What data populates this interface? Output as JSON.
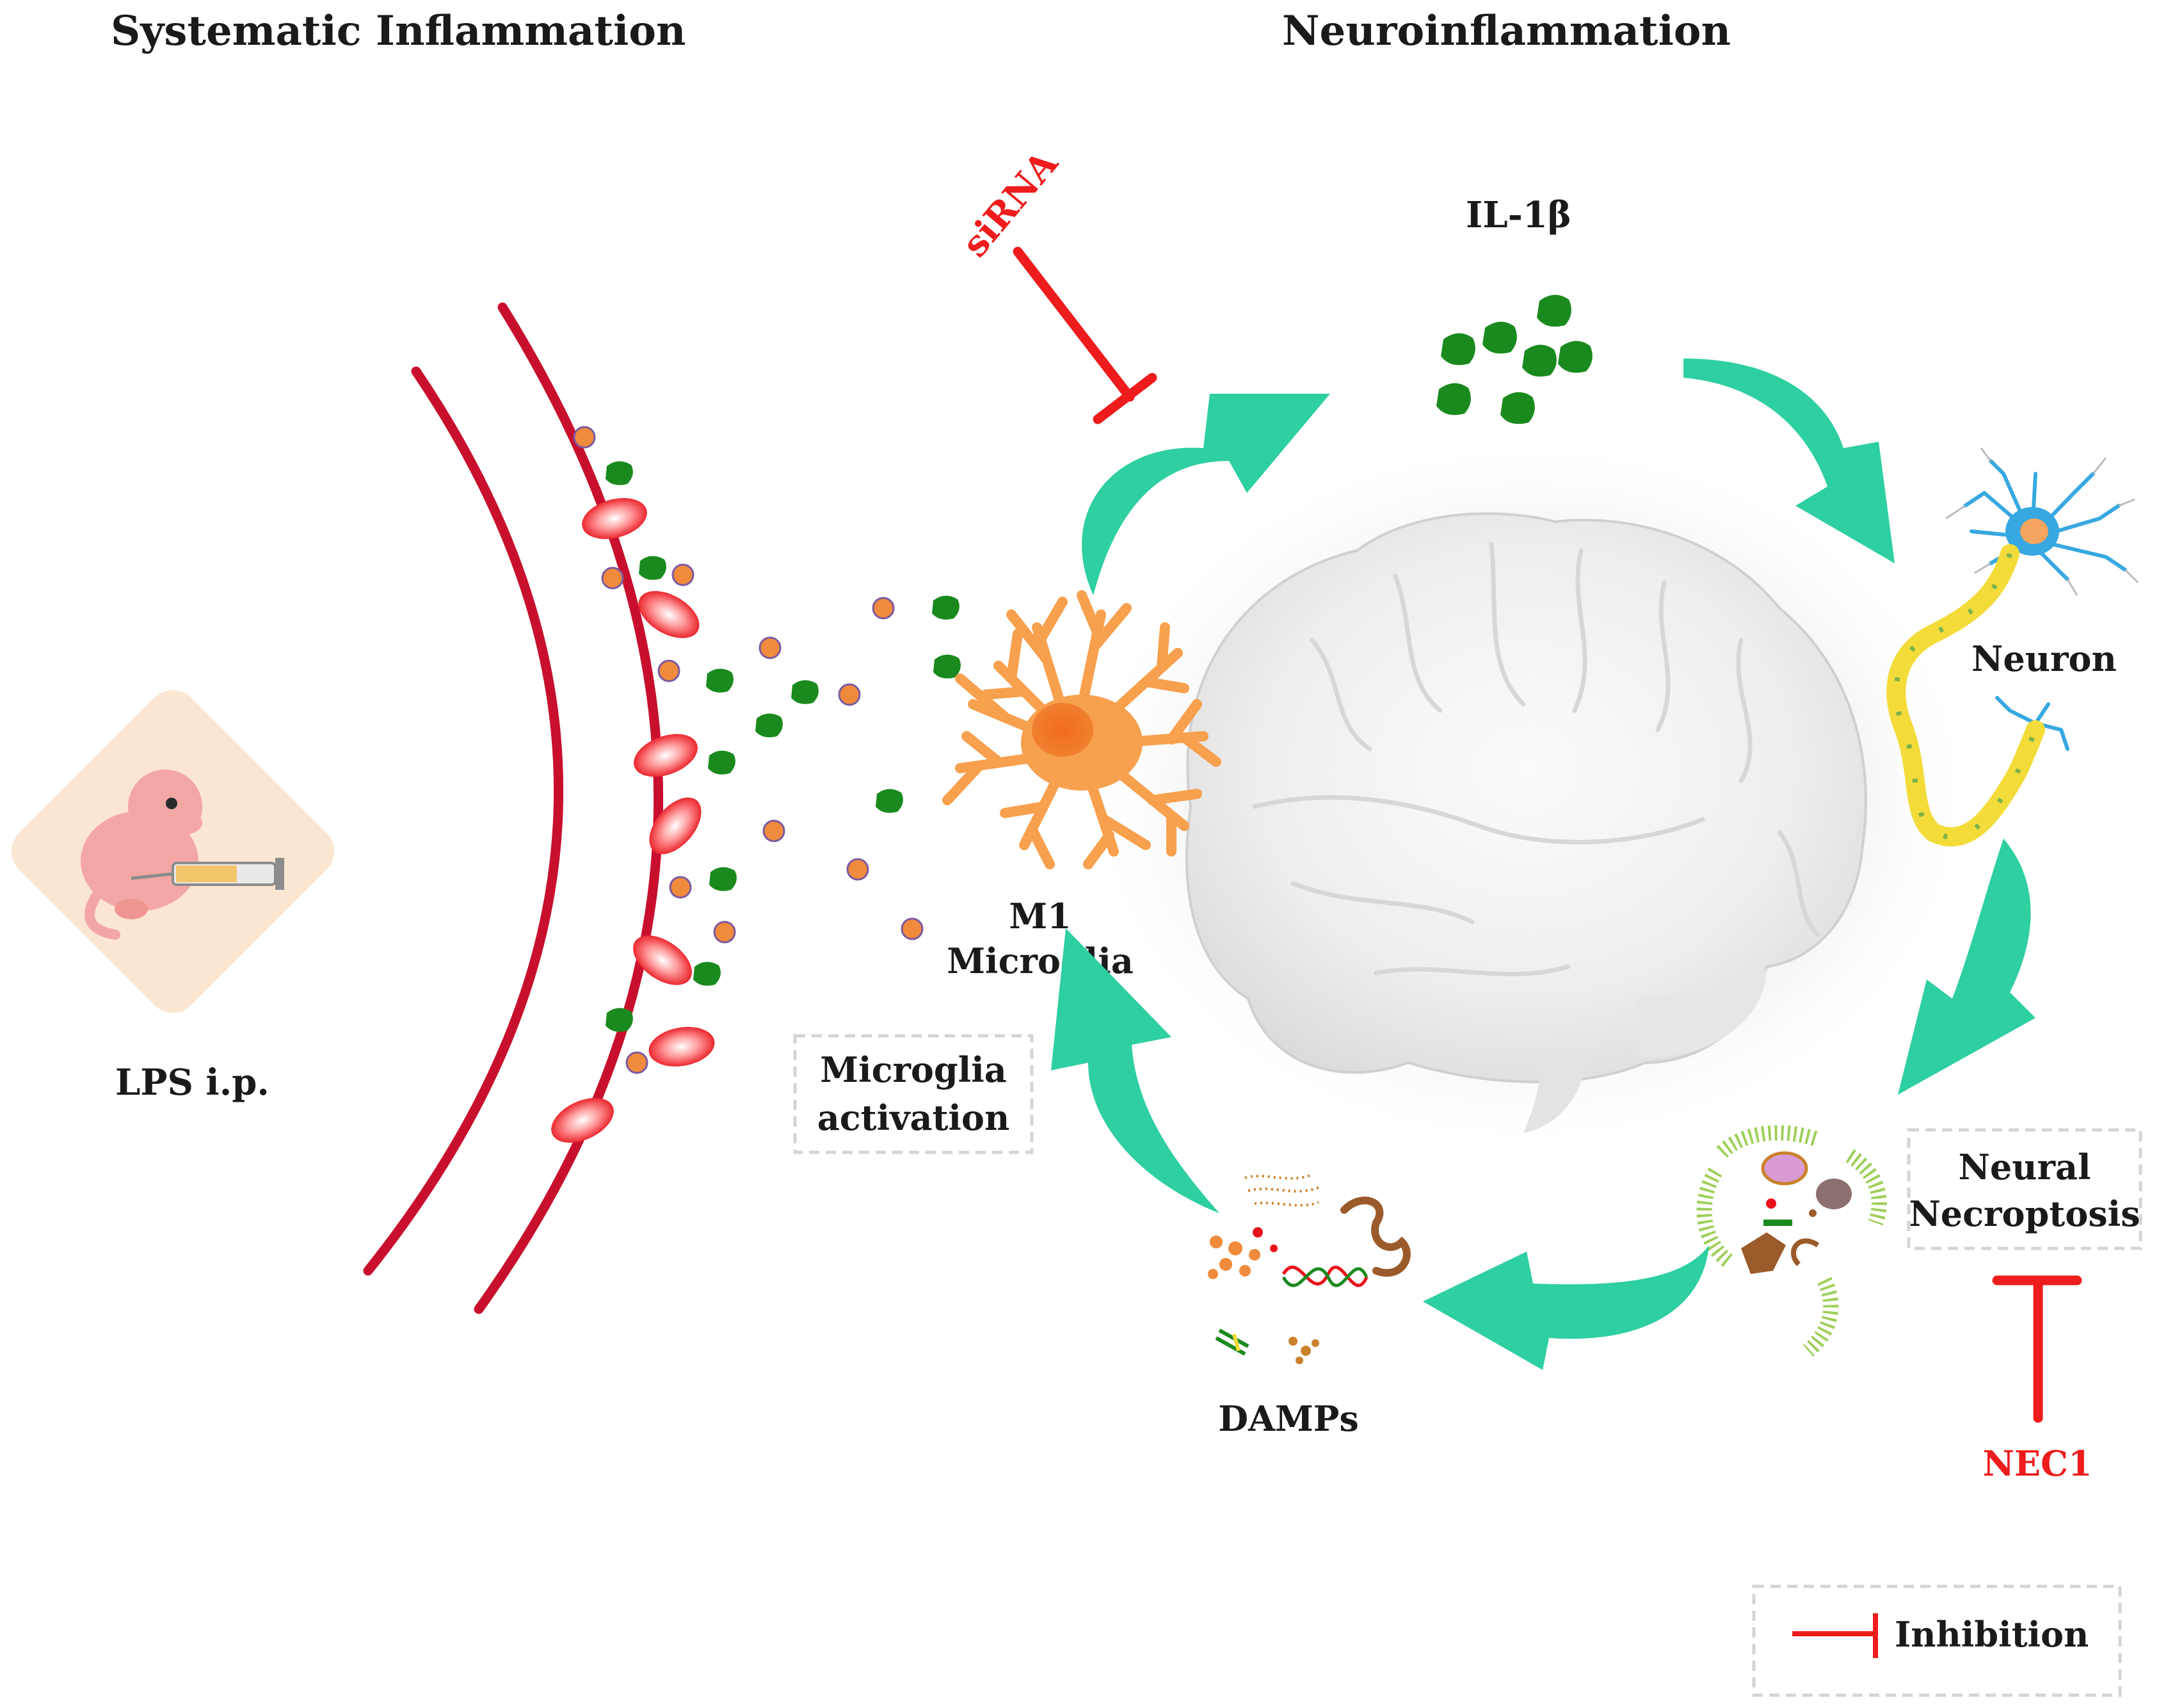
{
  "header": {
    "left_title": "Systematic Inflammation",
    "right_title": "Neuroinflammation"
  },
  "labels": {
    "lps": "LPS i.p.",
    "sirna": "siRNA",
    "il1b": "IL-1β",
    "neuron": "Neuron",
    "m1_line1": "M1",
    "m1_line2": "Microglia",
    "activation_line1": "Microglia",
    "activation_line2": "activation",
    "necroptosis_line1": "Neural",
    "necroptosis_line2": "Necroptosis",
    "damps": "DAMPs",
    "nec1": "NEC1"
  },
  "legend": {
    "inhibition": "Inhibition"
  },
  "colors": {
    "vessel": "#c8102e",
    "rbc": "#e8101a",
    "cytokine": "#1a8a1e",
    "lps_particle": "#f08a3c",
    "arrow": "#2ecfa0",
    "inhibit": "#ee1c1c",
    "microglia": "#f7a04d",
    "neuron_body": "#37a8e0",
    "axon": "#f3dc3a"
  },
  "icons": {
    "mouse": "injected-pup-icon",
    "microglia": "microglia-cell-icon",
    "neuron": "neuron-cell-icon",
    "brain": "brain-icon",
    "necroptotic_cell": "ruptured-cell-icon",
    "damps": "damp-molecules-icon"
  }
}
